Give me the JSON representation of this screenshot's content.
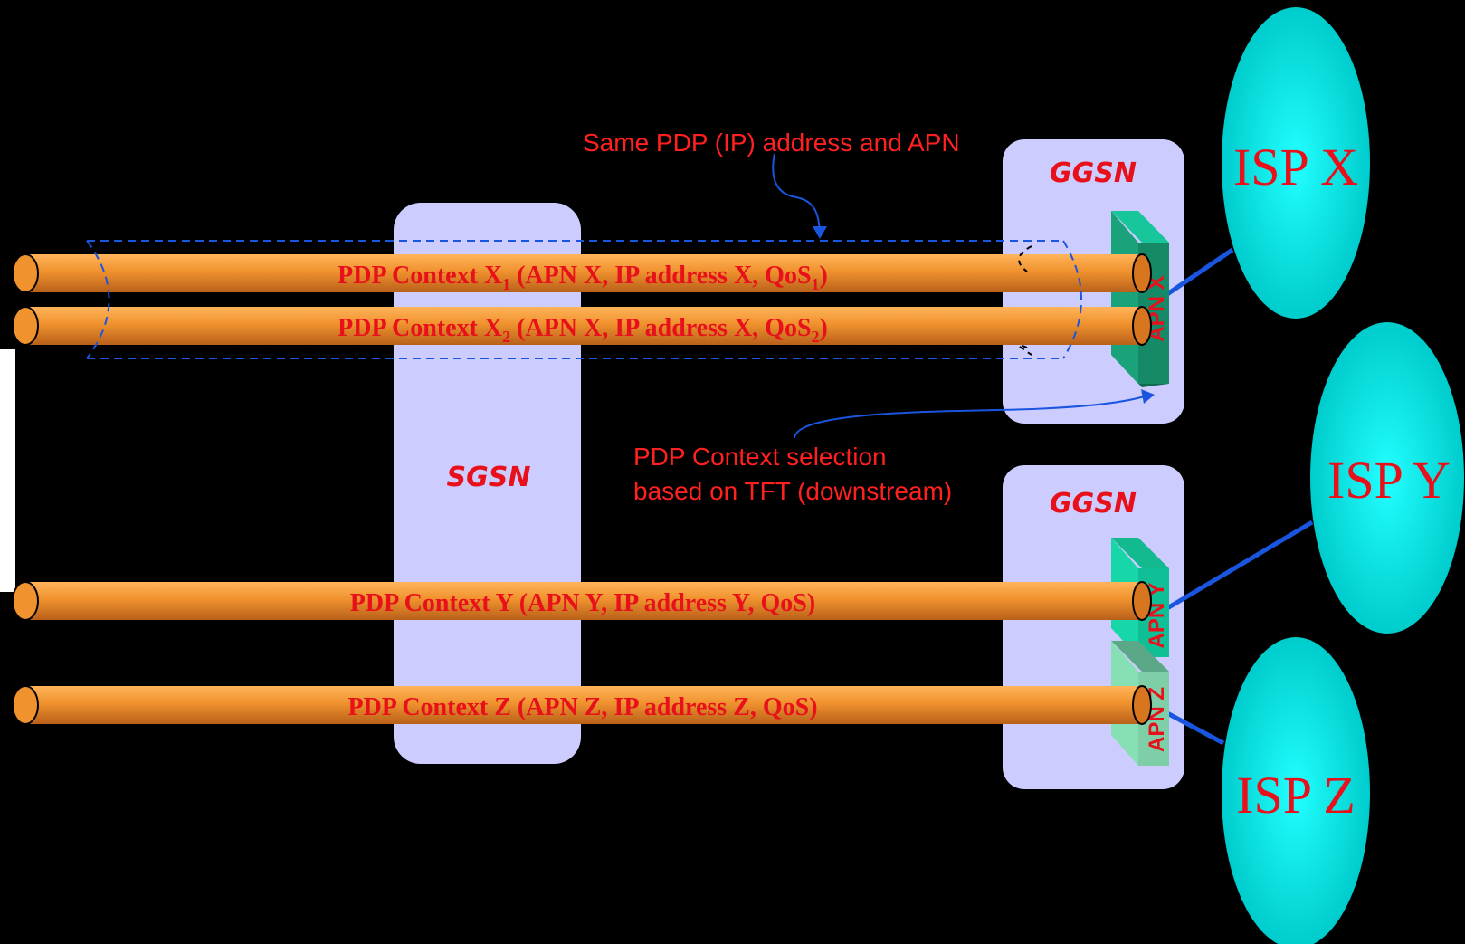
{
  "sgsn": {
    "label": "SGSN"
  },
  "ggsn_top": {
    "label": "GGSN"
  },
  "ggsn_bottom": {
    "label": "GGSN"
  },
  "contexts": {
    "x1": {
      "prefix": "PDP Context X",
      "sub1": "1",
      "mid": " (APN X, IP address X, QoS",
      "sub2": "1",
      "suffix": ")"
    },
    "x2": {
      "prefix": "PDP Context X",
      "sub1": "2",
      "mid": " (APN X, IP address X, QoS",
      "sub2": "2",
      "suffix": ")"
    },
    "y": {
      "label": "PDP Context Y (APN Y, IP address Y, QoS)"
    },
    "z": {
      "label": "PDP Context Z (APN Z, IP address Z, QoS)"
    }
  },
  "apns": {
    "x": {
      "label": "APN X"
    },
    "y": {
      "label": "APN Y"
    },
    "z": {
      "label": "APN Z"
    }
  },
  "isps": {
    "x": {
      "label": "ISP X"
    },
    "y": {
      "label": "ISP Y"
    },
    "z": {
      "label": "ISP Z"
    }
  },
  "notes": {
    "same_address": "Same PDP (IP) address and APN",
    "selection_line1": "PDP Context selection",
    "selection_line2": "based on TFT (downstream)"
  },
  "colors": {
    "background": "#000000",
    "node_box": "#ccccff",
    "tube": "#f0922e",
    "label_red": "#e8101a",
    "isp_cyan": "#00e5e5",
    "apn_x": "#1aa37a",
    "apn_y": "#17d6a8",
    "apn_z": "#86e0b4",
    "link_blue": "#1a55e0"
  }
}
